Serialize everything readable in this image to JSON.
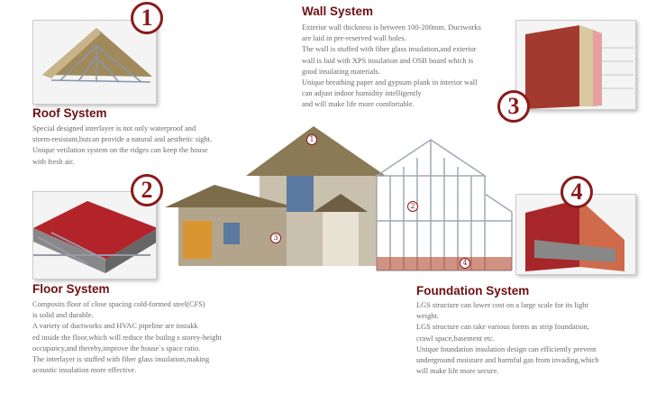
{
  "roof": {
    "number": "1",
    "title": "Roof System",
    "lines": [
      "Special designed interlayer is not only waterproof and",
      "storm-resistant,butcan provide a natural and aesthetic sight.",
      "Unique vetilation system on the ridges can keep the house",
      "with fresh air."
    ]
  },
  "floor": {
    "number": "2",
    "title": "Floor System",
    "lines": [
      "Composits floor of close spacing cold-formed steel(CFS)",
      "is solid and durable.",
      "A variety of ductworks and HVAC pipeline are instakk",
      "ed inside the floor,which will reduce the builng s storey-height",
      "occupancy,and thereby,improve the house`s space ratio.",
      "The interlayer is stuffed with fiber glass insulation,making",
      "acoustic insulation more effective."
    ]
  },
  "wall": {
    "number": "3",
    "title": "Wall System",
    "lines": [
      "Exterior wall thickness is between 100-200mm. Ductworks",
      "are laid in pre-reserved wall holes.",
      "The wall is stuffed with fiber glass insulation,and exterior",
      "wall is laid with XPS insulation and OSB board which is",
      "good insulating materials.",
      "Unique breathing paper and gypsum plank in interior wall",
      "can adjust indoor humidity intelligently",
      "and will make life more comfortable."
    ]
  },
  "foundation": {
    "number": "4",
    "title": "Foundation System",
    "lines": [
      "LGS structure can lower cost on a large scale for its light",
      "weight.",
      "LGS structure can take various forms as strip foundation,",
      "crawl space,basement etc.",
      "Unique foundation insulation design can efficiently prevent",
      "underground moisture and harmful gas from invading,which",
      "will make life more secure."
    ]
  },
  "colors": {
    "title": "#6e0f12",
    "body": "#6a6a6a",
    "accent": "#8a1a1a"
  }
}
